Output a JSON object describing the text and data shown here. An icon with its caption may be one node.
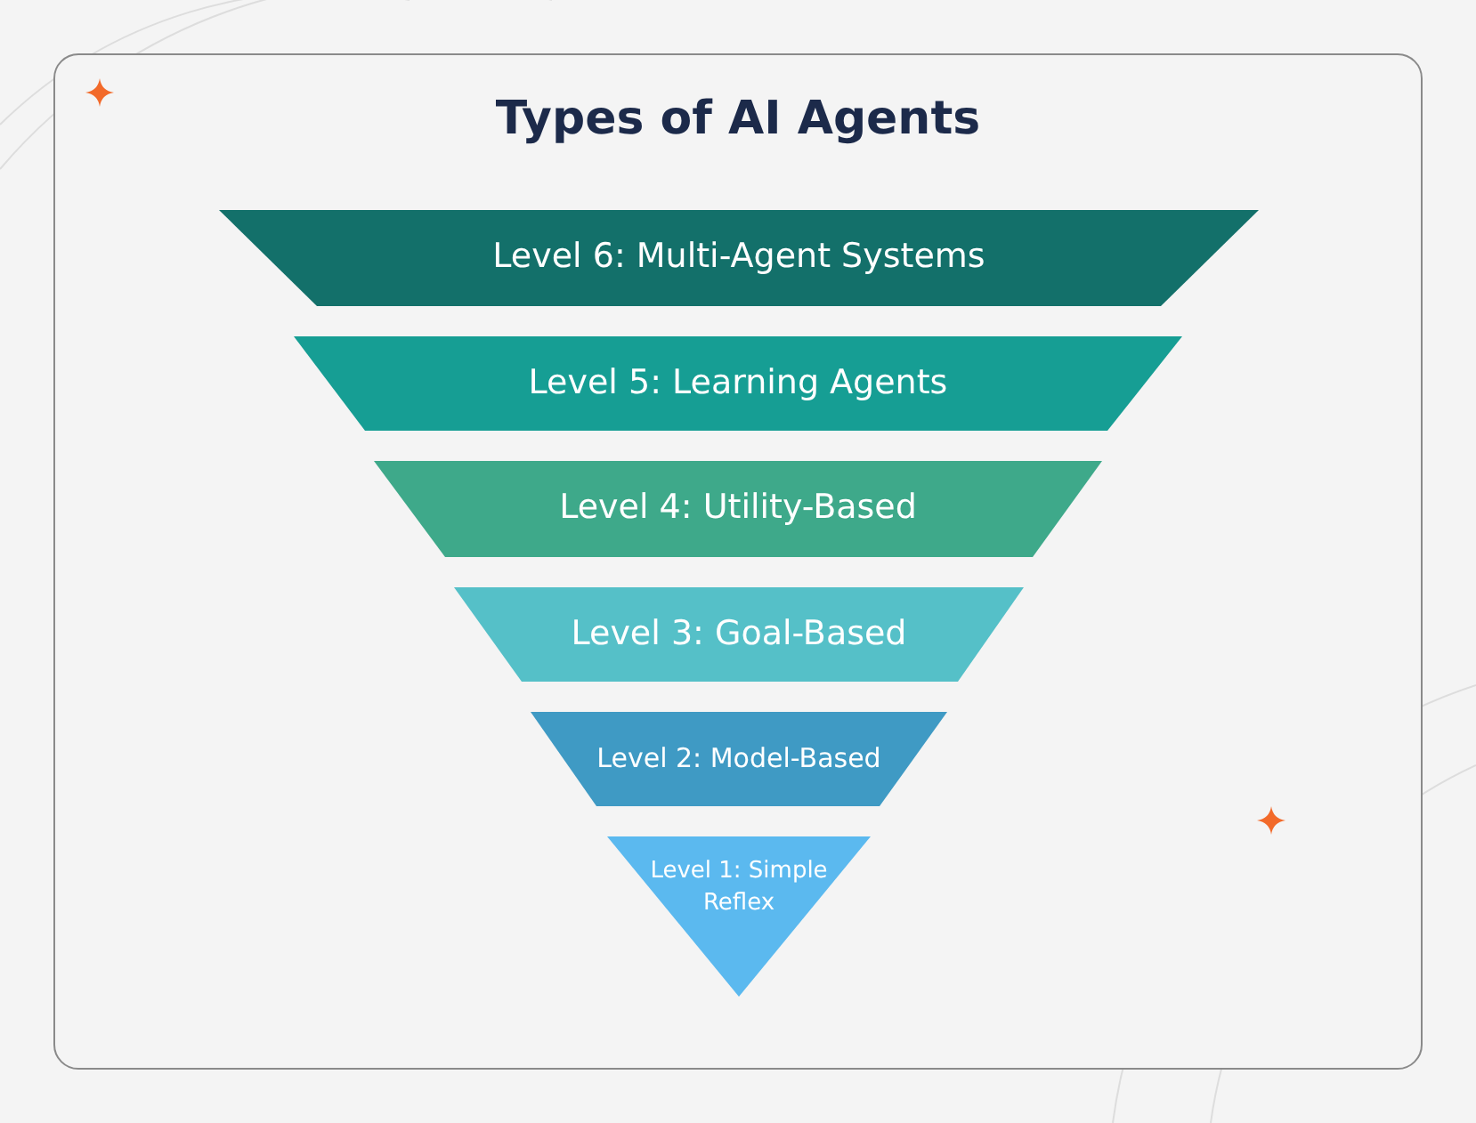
{
  "diagram": {
    "title": "Types of AI Agents",
    "nodes": [
      {
        "text": [
          "Level 6: Multi-Agent Systems"
        ]
      },
      {
        "text": [
          "Level 5: Learning Agents"
        ]
      },
      {
        "text": [
          "Level 4: Utility-Based"
        ]
      },
      {
        "text": [
          "Level 3: Goal-Based"
        ]
      },
      {
        "text": [
          "Level 2: Model-Based"
        ]
      },
      {
        "text": [
          "Level 1: Simple Reflex"
        ]
      }
    ]
  }
}
